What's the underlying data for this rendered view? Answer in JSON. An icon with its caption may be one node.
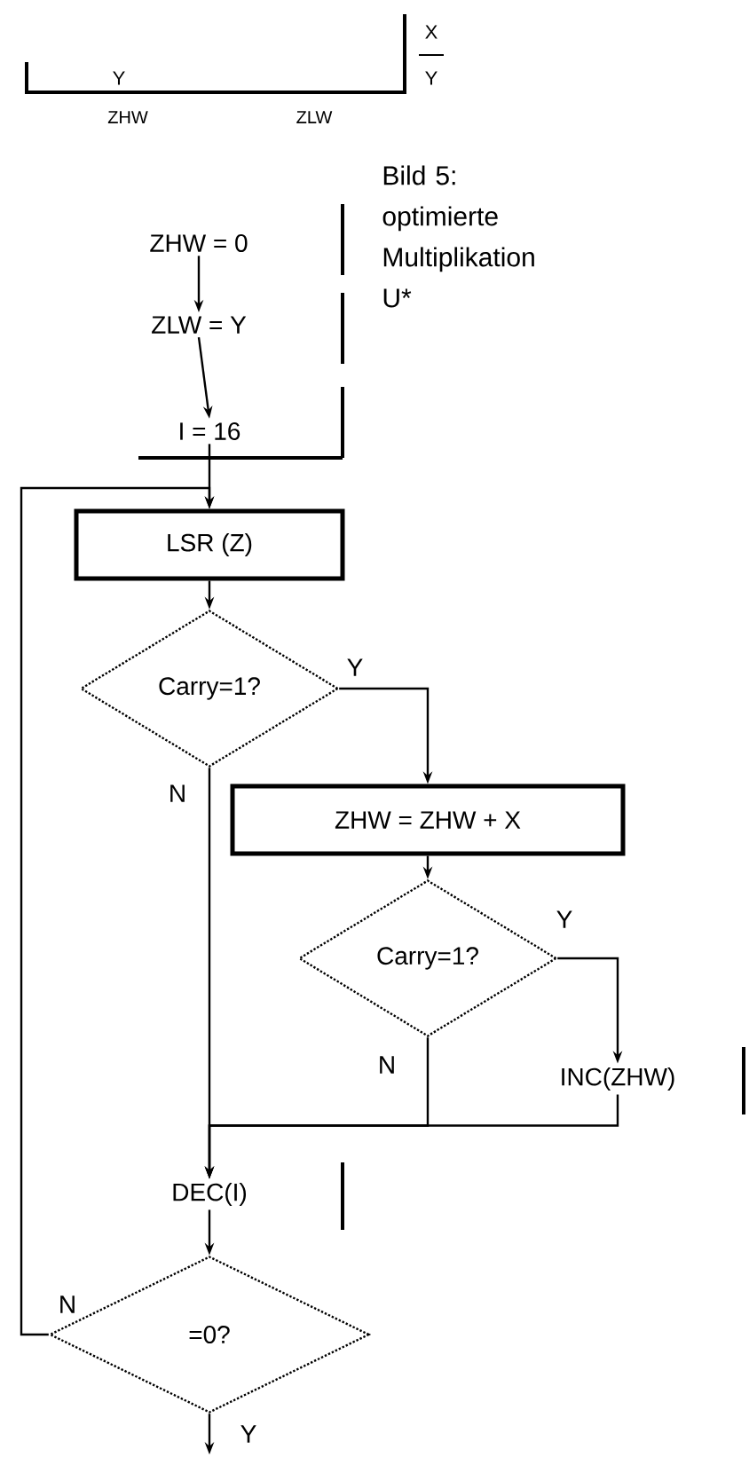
{
  "diagram": {
    "caption": "Bild 5: optimierte Multiplikation U*",
    "nodes": [
      {
        "text": [
          "ZHW = 0"
        ]
      },
      {
        "text": [
          "ZLW = Y"
        ]
      },
      {
        "text": [
          "I = 16"
        ]
      },
      {
        "text": [
          "LSR (Z)"
        ]
      },
      {
        "text": [
          "Carry=1?"
        ]
      },
      {
        "text": [
          "ZHW = ZHW + X"
        ]
      },
      {
        "text": [
          "Carry=1?"
        ]
      },
      {
        "text": [
          "INC(ZHW)"
        ]
      },
      {
        "text": [
          "DEC(I)"
        ]
      },
      {
        "text": [
          "=0?"
        ]
      }
    ],
    "edges": [
      {
        "from": 0,
        "to": 1,
        "arrow": "to"
      },
      {
        "from": 1,
        "to": 2,
        "arrow": "to"
      },
      {
        "from": 2,
        "to": 3,
        "arrow": "to"
      },
      {
        "from": 3,
        "to": 4,
        "arrow": "to"
      },
      {
        "from": 4,
        "to": 5,
        "arrow": "to",
        "label": "Y"
      },
      {
        "from": 4,
        "to": 8,
        "arrow": "to",
        "label": "N"
      },
      {
        "from": 5,
        "to": 6,
        "arrow": "to"
      },
      {
        "from": 6,
        "to": 7,
        "arrow": "to",
        "label": "Y"
      },
      {
        "from": 6,
        "to": 8,
        "arrow": "to",
        "label": "N"
      },
      {
        "from": 7,
        "to": 8,
        "arrow": "to"
      },
      {
        "from": 8,
        "to": 9,
        "arrow": "to"
      },
      {
        "from": 9,
        "to": 3,
        "arrow": "to",
        "label": "N"
      },
      {
        "from": 9,
        "to": null,
        "arrow": "to",
        "label": "Y"
      }
    ],
    "labels": [
      "Y",
      "ZHW",
      "ZLW",
      "X",
      "Y"
    ]
  }
}
